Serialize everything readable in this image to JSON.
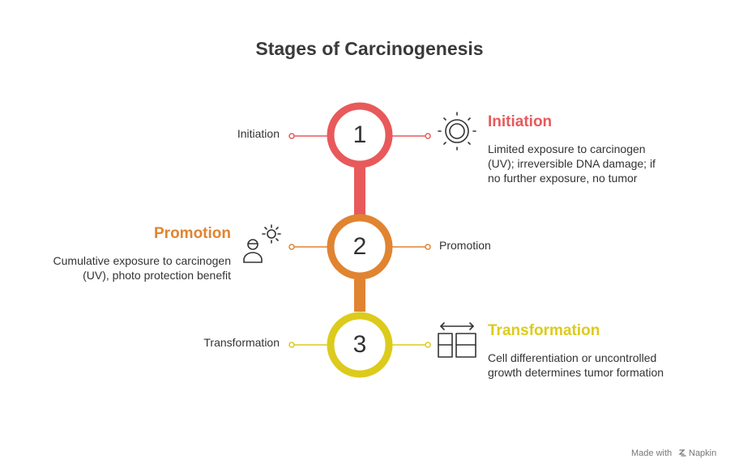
{
  "title": "Stages of Carcinogenesis",
  "colors": {
    "red": "#E8595B",
    "orange": "#E08431",
    "yellow": "#DCCB1C",
    "text": "#333333"
  },
  "stages": [
    {
      "number": "1",
      "label": "Initiation",
      "heading": "Initiation",
      "description": "Limited exposure to carcinogen (UV); irreversible DNA damage; if no further exposure, no tumor",
      "icon": "sun-target-icon"
    },
    {
      "number": "2",
      "label": "Promotion",
      "heading": "Promotion",
      "description": "Cumulative exposure to carcinogen (UV), photo protection benefit",
      "icon": "person-sun-icon"
    },
    {
      "number": "3",
      "label": "Transformation",
      "heading": "Transformation",
      "description": "Cell differentiation or uncontrolled growth determines tumor formation",
      "icon": "layout-expand-icon"
    }
  ],
  "footer": {
    "made_with": "Made with",
    "brand": "Napkin"
  }
}
